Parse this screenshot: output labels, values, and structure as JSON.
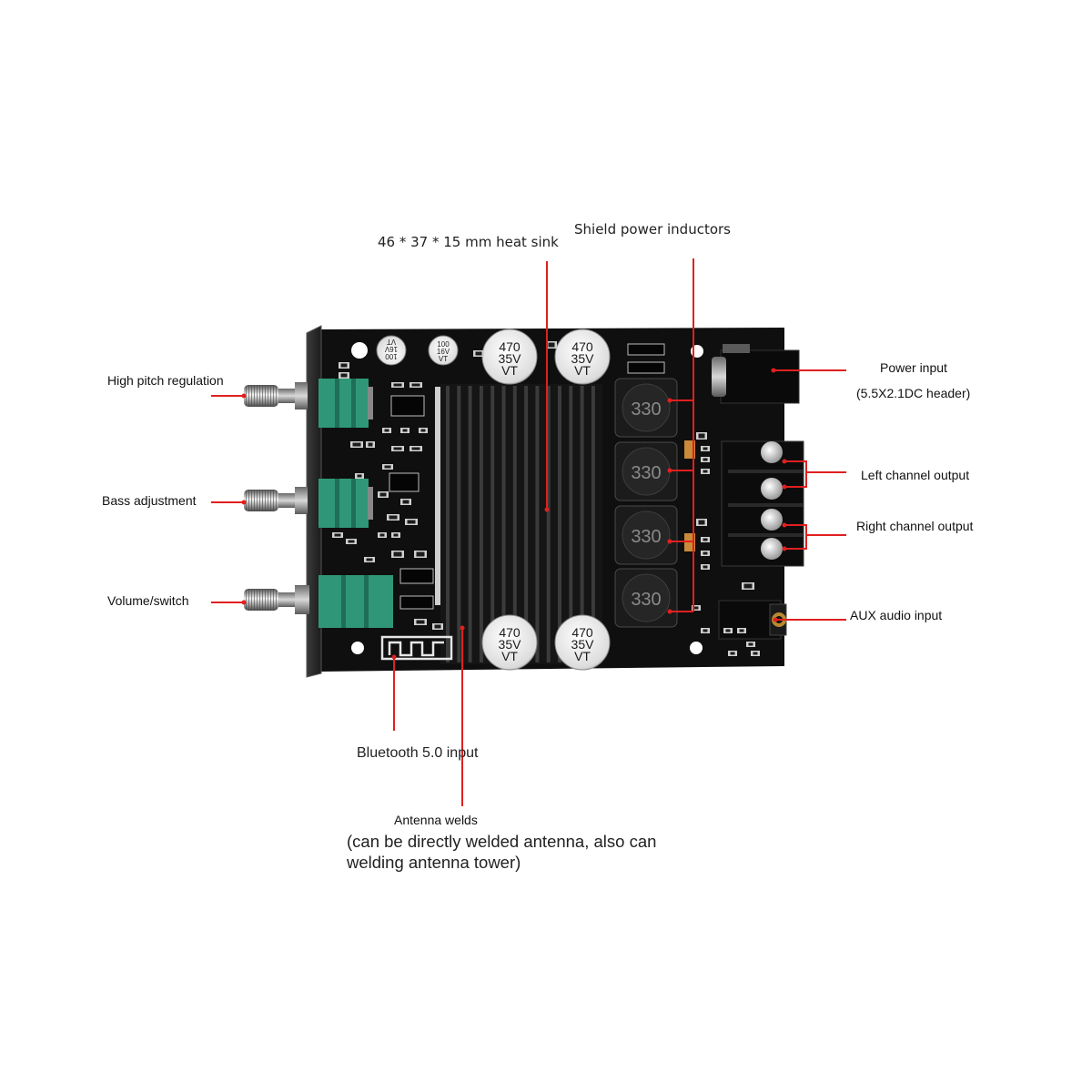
{
  "labels": {
    "heat_sink": "46 * 37 * 15 mm heat sink",
    "inductors": "Shield power inductors",
    "high_pitch": "High pitch regulation",
    "bass": "Bass adjustment",
    "volume": "Volume/switch",
    "power_input": "Power input",
    "power_input_note": "(5.5X2.1DC header)",
    "left_channel": "Left channel output",
    "right_channel": "Right channel output",
    "aux": "AUX audio input",
    "bluetooth": "Bluetooth 5.0 input",
    "antenna": "Antenna welds",
    "antenna_note_line1": "(can be directly welded antenna, also can",
    "antenna_note_line2": "welding antenna tower)"
  },
  "components": {
    "capacitor_large": {
      "value": "470",
      "voltage": "35V",
      "brand": "VT"
    },
    "capacitor_small": {
      "value": "100",
      "voltage": "16V",
      "brand": "VT"
    },
    "inductor": {
      "value": "330"
    }
  },
  "colors": {
    "annotation_line": "#e0201f",
    "board": "#0f0f0f",
    "heatsink": "#151515",
    "potentiometer": "#2f9777",
    "background": "#ffffff"
  }
}
